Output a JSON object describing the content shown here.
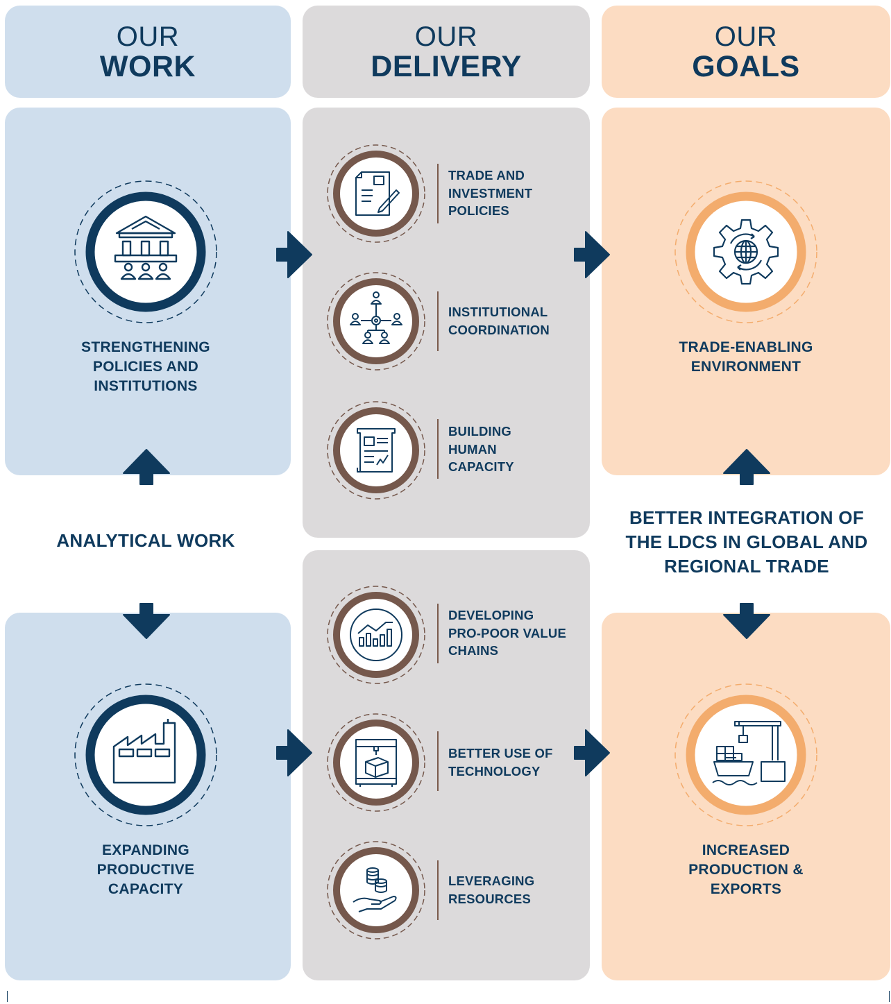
{
  "colors": {
    "navy": "#0f3a5d",
    "work_bg": "#cfdeed",
    "delivery_bg": "#dcdadb",
    "goals_bg": "#fcdcc2",
    "brown": "#75584c",
    "orange": "#f3ac6d"
  },
  "headers": {
    "work": {
      "line1": "OUR",
      "line2": "WORK"
    },
    "delivery": {
      "line1": "OUR",
      "line2": "DELIVERY"
    },
    "goals": {
      "line1": "OUR",
      "line2": "GOALS"
    }
  },
  "work": {
    "policies": {
      "icon": "government-building-icon",
      "label": "STRENGTHENING POLICIES AND INSTITUTIONS"
    },
    "capacity": {
      "icon": "factory-icon",
      "label": "EXPANDING PRODUCTIVE CAPACITY"
    },
    "analytical": "ANALYTICAL WORK"
  },
  "delivery": {
    "items": [
      {
        "icon": "document-pen-icon",
        "label": "TRADE AND INVESTMENT POLICIES"
      },
      {
        "icon": "network-people-icon",
        "label": "INSTITUTIONAL COORDINATION"
      },
      {
        "icon": "report-scroll-icon",
        "label": "BUILDING HUMAN CAPACITY"
      },
      {
        "icon": "bar-chart-growth-icon",
        "label": "DEVELOPING PRO-POOR VALUE CHAINS"
      },
      {
        "icon": "3d-printer-icon",
        "label": "BETTER USE OF TECHNOLOGY"
      },
      {
        "icon": "coins-hand-icon",
        "label": "LEVERAGING RESOURCES"
      }
    ]
  },
  "goals": {
    "environment": {
      "icon": "globe-gear-icon",
      "label": "TRADE-ENABLING ENVIRONMENT"
    },
    "exports": {
      "icon": "cargo-ship-crane-icon",
      "label": "INCREASED PRODUCTION & EXPORTS"
    },
    "integration": "BETTER INTEGRATION OF THE LDCS IN GLOBAL AND REGIONAL TRADE"
  }
}
